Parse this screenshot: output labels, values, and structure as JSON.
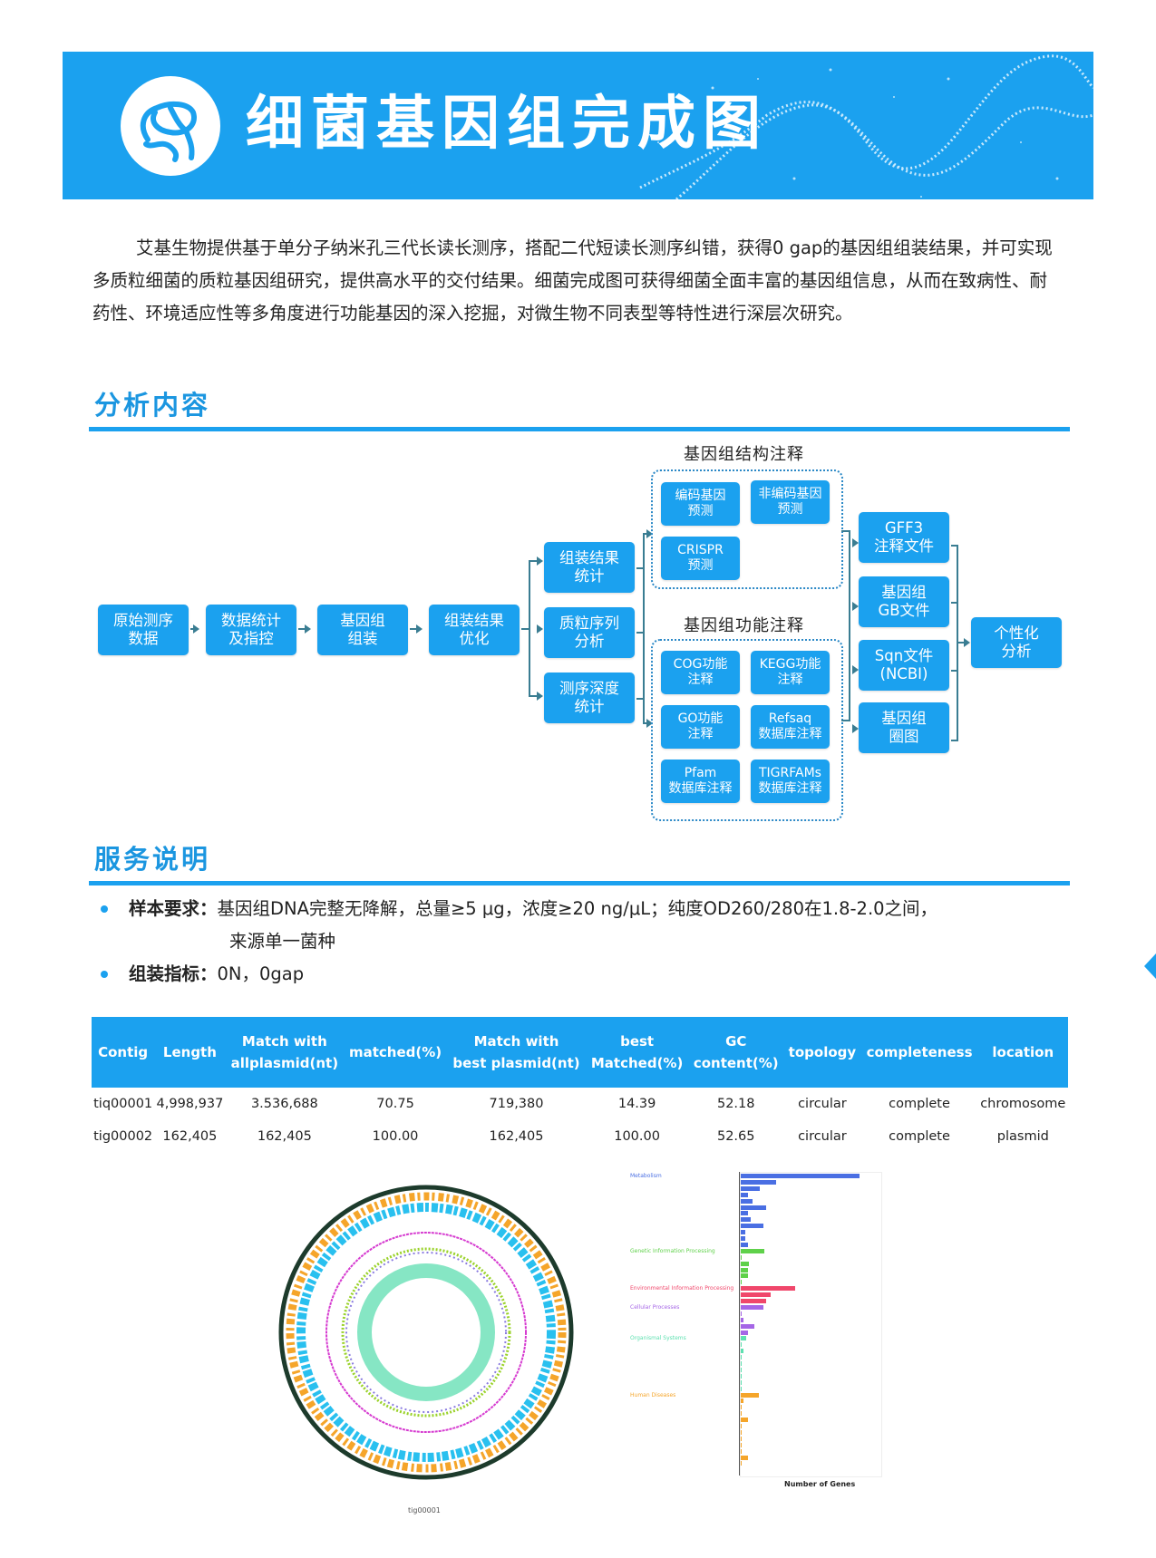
{
  "banner": {
    "title": "细菌基因组完成图",
    "logo_icon": "bacteria-icon",
    "background_color": "#1ba1ef"
  },
  "intro": {
    "text": "艾基生物提供基于单分子纳米孔三代长读长测序，搭配二代短读长测序纠错，获得0 gap的基因组组装结果，并可实现多质粒细菌的质粒基因组研究，提供高水平的交付结果。细菌完成图可获得细菌全面丰富的基因组信息，从而在致病性、耐药性、环境适应性等多角度进行功能基因的深入挖掘，对微生物不同表型等特性进行深层次研究。"
  },
  "analysis": {
    "title": "分析内容",
    "flow": {
      "main": [
        "原始测序\n数据",
        "数据统计\n及指控",
        "基因组\n组装",
        "组装结果\n优化"
      ],
      "branch": [
        "组装结果\n统计",
        "质粒序列\n分析",
        "测序深度\n统计"
      ],
      "structure_group": {
        "label": "基因组结构注释",
        "items": [
          "编码基因\n预测",
          "非编码基因\n预测",
          "CRISPR\n预测"
        ]
      },
      "function_group": {
        "label": "基因组功能注释",
        "items": [
          "COG功能\n注释",
          "KEGG功能\n注释",
          "GO功能\n注释",
          "Refsaq\n数据库注释",
          "Pfam\n数据库注释",
          "TIGRFAMs\n数据库注释"
        ]
      },
      "outputs": [
        "GFF3\n注释文件",
        "基因组\nGB文件",
        "Sqn文件\n(NCBI)",
        "基因组\n圈图"
      ],
      "final": "个性化\n分析"
    }
  },
  "service": {
    "title": "服务说明",
    "items": [
      {
        "label": "样本要求：",
        "text": "基因组DNA完整无降解，总量≥5 μg，浓度≥20 ng/μL；纯度OD260/280在1.8-2.0之间，",
        "text2": "来源单一菌种"
      },
      {
        "label": "组装指标：",
        "text": "0N，0gap"
      }
    ]
  },
  "table": {
    "headers": [
      "Contig",
      "Length",
      "Match with\nallplasmid(nt)",
      "matched(%)",
      "Match with\nbest plasmid(nt)",
      "best\nMatched(%)",
      "GC\ncontent(%)",
      "topology",
      "completeness",
      "location"
    ],
    "rows": [
      [
        "tiq00001",
        "4,998,937",
        "3.536,688",
        "70.75",
        "719,380",
        "14.39",
        "52.18",
        "circular",
        "complete",
        "chromosome"
      ],
      [
        "tig00002",
        "162,405",
        "162,405",
        "100.00",
        "162,405",
        "100.00",
        "52.65",
        "circular",
        "complete",
        "plasmid"
      ]
    ]
  },
  "figures": {
    "circos_caption": "tig00001",
    "kegg_xlabel": "Number of Genes"
  },
  "chart_data": {
    "type": "bar",
    "title": "",
    "xlabel": "Number of Genes",
    "ylabel": "",
    "orientation": "horizontal",
    "categories": [
      "Metabolism",
      "Genetic Information Processing",
      "Environmental Information Processing",
      "Cellular Processes",
      "Organismal Systems",
      "Human Diseases"
    ],
    "series": [
      {
        "name": "Metabolism",
        "color": "#4a6fe3",
        "values": [
          1050,
          310,
          170,
          60,
          100,
          220,
          60,
          90,
          200,
          40,
          40,
          60
        ]
      },
      {
        "name": "Genetic Information Processing",
        "color": "#5fd14a",
        "values": [
          210,
          5,
          70,
          60,
          60,
          5
        ]
      },
      {
        "name": "Environmental Information Processing",
        "color": "#f0476b",
        "values": [
          480,
          260,
          220
        ]
      },
      {
        "name": "Cellular Processes",
        "color": "#a566e6",
        "values": [
          200,
          10,
          20,
          120,
          60
        ]
      },
      {
        "name": "Organismal Systems",
        "color": "#5ee0b0",
        "values": [
          50,
          2,
          20,
          5,
          3,
          3,
          5,
          10,
          5
        ]
      },
      {
        "name": "Human Diseases",
        "color": "#f5a52a",
        "values": [
          160,
          20,
          5,
          5,
          60,
          5,
          5,
          5,
          10,
          5,
          60,
          10
        ]
      }
    ]
  }
}
